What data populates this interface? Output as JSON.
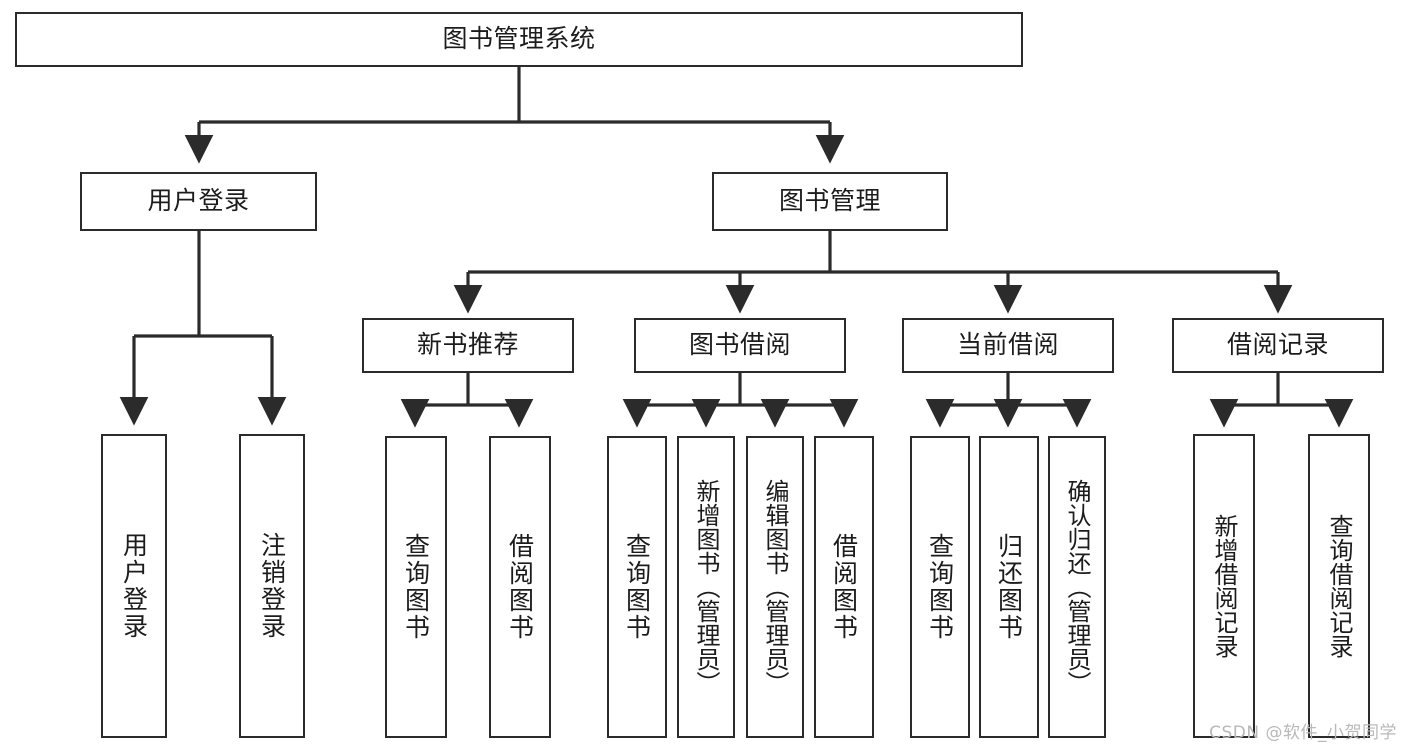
{
  "diagram": {
    "title": "图书管理系统",
    "type": "tree",
    "orientation": "top-down",
    "colors": {
      "box_border": "#2b2b2b",
      "box_fill": "#ffffff",
      "edge": "#2b2b2b",
      "text": "#1c1c1c",
      "background": "#ffffff",
      "watermark": "#b9b9b9"
    },
    "root": {
      "id": "root",
      "label": "图书管理系统"
    },
    "level2": [
      {
        "id": "user-login",
        "label": "用户登录"
      },
      {
        "id": "book-manage",
        "label": "图书管理"
      }
    ],
    "level3": [
      {
        "id": "new-book-recommend",
        "label": "新书推荐",
        "parent": "book-manage"
      },
      {
        "id": "book-borrow",
        "label": "图书借阅",
        "parent": "book-manage"
      },
      {
        "id": "current-borrow",
        "label": "当前借阅",
        "parent": "book-manage"
      },
      {
        "id": "borrow-record",
        "label": "借阅记录",
        "parent": "book-manage"
      }
    ],
    "leaves": [
      {
        "id": "leaf-user-login",
        "label": "用户登录",
        "parent": "user-login"
      },
      {
        "id": "leaf-user-logout",
        "label": "注销登录",
        "parent": "user-login"
      },
      {
        "id": "leaf-query-book-1",
        "label": "查询图书",
        "parent": "new-book-recommend"
      },
      {
        "id": "leaf-borrow-book-1",
        "label": "借阅图书",
        "parent": "new-book-recommend"
      },
      {
        "id": "leaf-query-book-2",
        "label": "查询图书",
        "parent": "book-borrow"
      },
      {
        "id": "leaf-add-book",
        "label": "新增图书（管理员）",
        "parent": "book-borrow"
      },
      {
        "id": "leaf-edit-book",
        "label": "编辑图书（管理员）",
        "parent": "book-borrow"
      },
      {
        "id": "leaf-borrow-book-2",
        "label": "借阅图书",
        "parent": "book-borrow"
      },
      {
        "id": "leaf-query-book-3",
        "label": "查询图书",
        "parent": "current-borrow"
      },
      {
        "id": "leaf-return-book",
        "label": "归还图书",
        "parent": "current-borrow"
      },
      {
        "id": "leaf-confirm-return",
        "label": "确认归还（管理员）",
        "parent": "current-borrow"
      },
      {
        "id": "leaf-add-record",
        "label": "新增借阅记录",
        "parent": "borrow-record"
      },
      {
        "id": "leaf-query-record",
        "label": "查询借阅记录",
        "parent": "borrow-record"
      }
    ]
  },
  "watermark": {
    "text": "CSDN @软件_小贺同学"
  }
}
